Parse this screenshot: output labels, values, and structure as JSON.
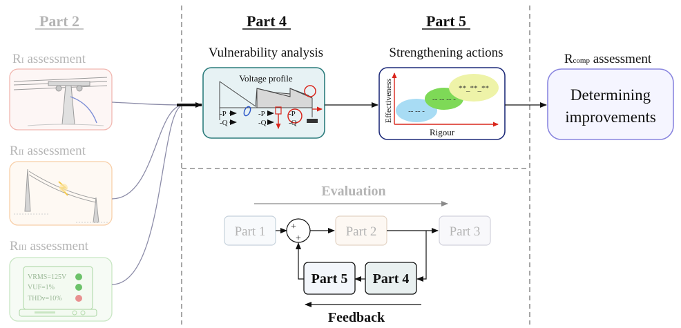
{
  "headings": {
    "part2": "Part 2",
    "part4": "Part 4",
    "part5": "Part 5"
  },
  "left_column": {
    "r1": {
      "prefix": "R",
      "sub": "I",
      "suffix": " assessment"
    },
    "r2": {
      "prefix": "R",
      "sub": "II",
      "suffix": " assessment"
    },
    "r3": {
      "prefix": "R",
      "sub": "III",
      "suffix": " assessment"
    },
    "screen_lines": [
      "VRMS=125V",
      "VUF=1%",
      "THDv=10%"
    ]
  },
  "vulnerability": {
    "title": "Vulnerability analysis",
    "panel_title": "Voltage profile",
    "labels": [
      "-P",
      "-Q",
      "-P",
      "-Q",
      "-P",
      "-Q"
    ]
  },
  "strengthening": {
    "title": "Strengthening actions",
    "y_axis": "Effectiveness",
    "x_axis": "Rigour",
    "blobs": [
      "-- -- -",
      "-- -- -- -",
      "**_**_**"
    ]
  },
  "rcomp": {
    "prefix": "R",
    "sub": "comp",
    "suffix": " assessment",
    "box_line1": "Determining",
    "box_line2": "improvements"
  },
  "loop": {
    "evaluation": "Evaluation",
    "feedback": "Feedback",
    "part1": "Part 1",
    "part2": "Part 2",
    "part3": "Part 3",
    "part4": "Part 4",
    "part5": "Part 5",
    "plus_top": "+",
    "plus_bottom": "+"
  },
  "colors": {
    "r1_border": "#f1b7b0",
    "r1_fill": "#fdf6f5",
    "r2_border": "#f8cfa8",
    "r2_fill": "#fef9f3",
    "r3_border": "#c8e6c3",
    "r3_fill": "#f6fbf5",
    "vuln_border": "#2c7c7c",
    "vuln_fill": "#e7f2f4",
    "strength_border": "#1f2c7a",
    "rcomp_border": "#8a86df",
    "rcomp_fill": "#f5f5ff",
    "faded_text": "#b4b4b4"
  }
}
